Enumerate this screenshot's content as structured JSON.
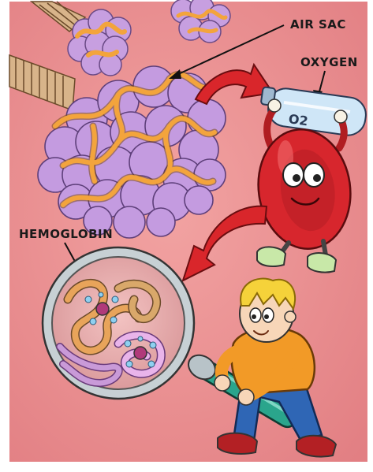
{
  "labels": {
    "air_sac": "AIR SAC",
    "oxygen": "OXYGEN",
    "hemoglobin": "HEMOGLOBIN",
    "o2_tank": "O2"
  },
  "colors": {
    "background": "#e9898c",
    "air_sac_purple": "#c49be0",
    "capillary_orange": "#f3a43c",
    "blood_cell_red": "#d7262d",
    "arrow_red": "#d9262b",
    "tank_blue": "#cfe6f7",
    "magnifier_teal": "#2aa58c",
    "boy_shirt": "#f29a27",
    "boy_pants": "#2f66b5",
    "boy_hair": "#f5d23a"
  }
}
